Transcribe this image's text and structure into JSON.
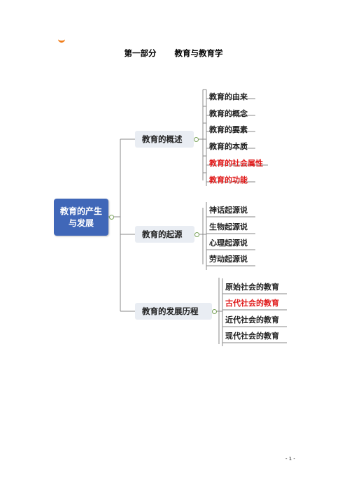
{
  "header": {
    "part": "第一部分",
    "title": "教育与教育学"
  },
  "mindmap": {
    "root": "教育的产生与发展",
    "branches": [
      {
        "label": "教育的概述",
        "leaves": [
          {
            "text": "教育的由来",
            "highlight": false
          },
          {
            "text": "教育的概念",
            "highlight": false
          },
          {
            "text": "教育的要素",
            "highlight": false
          },
          {
            "text": "教育的本质",
            "highlight": false
          },
          {
            "text": "教育的社会属性",
            "highlight": true
          },
          {
            "text": "教育的功能",
            "highlight": true
          }
        ]
      },
      {
        "label": "教育的起源",
        "leaves": [
          {
            "text": "神话起源说",
            "highlight": false
          },
          {
            "text": "生物起源说",
            "highlight": false
          },
          {
            "text": "心理起源说",
            "highlight": false
          },
          {
            "text": "劳动起源说",
            "highlight": false
          }
        ]
      },
      {
        "label": "教育的发展历程",
        "leaves": [
          {
            "text": "原始社会的教育",
            "highlight": false
          },
          {
            "text": "古代社会的教育",
            "highlight": true
          },
          {
            "text": "近代社会的教育",
            "highlight": false
          },
          {
            "text": "现代社会的教育",
            "highlight": false
          }
        ]
      }
    ]
  },
  "colors": {
    "root_fill": "#4067b8",
    "highlight_text": "#e01a1a",
    "connector": "#8a8a8a",
    "accent_mark": "#f07d1a"
  },
  "footer": {
    "page_number": "- 1 -"
  }
}
